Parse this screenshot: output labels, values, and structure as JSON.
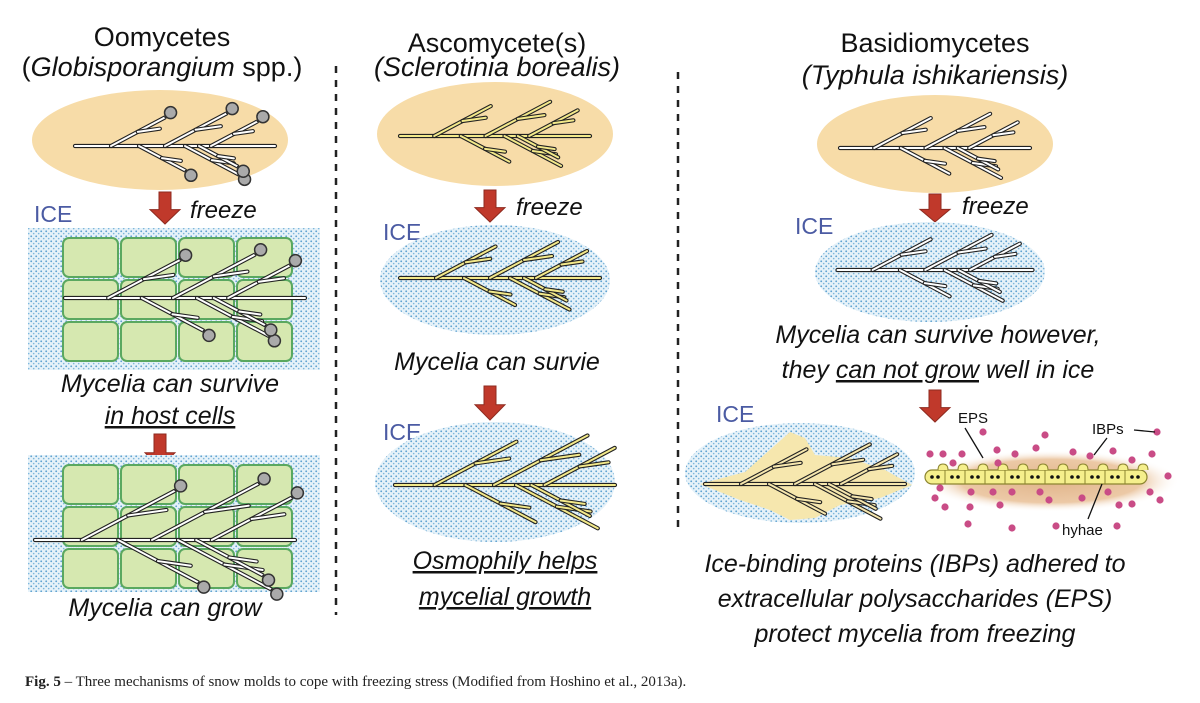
{
  "columns": [
    {
      "title": "Oomycetes",
      "subtitle_open": "(",
      "subtitle_species": "Globisporangium",
      "subtitle_rest": " spp.)",
      "freeze": "freeze",
      "ice1": "ICE",
      "desc1_line1": "Mycelia can survive",
      "desc1_line2": "in host cells",
      "desc2": "Mycelia can grow"
    },
    {
      "title": "Ascomycete(s)",
      "subtitle_species": "(Sclerotinia borealis)",
      "freeze": "freeze",
      "ice1": "ICE",
      "desc1": "Mycelia can survie",
      "ice2": "ICE",
      "desc2_line1": "Osmophily helps",
      "desc2_line2": "mycelial growth"
    },
    {
      "title": "Basidiomycetes",
      "subtitle_species": "(Typhula ishikariensis)",
      "freeze": "freeze",
      "ice1": "ICE",
      "desc1_line1": "Mycelia can survive however,",
      "desc1_line2_a": "they ",
      "desc1_line2_b": "can not grow",
      "desc1_line2_c": " well in ice",
      "ice2": "ICE",
      "label_eps": "EPS",
      "label_ibps": "IBPs",
      "label_hyphae": "hyhae",
      "desc2_line1": "Ice-binding proteins (IBPs) adhered to",
      "desc2_line2": "extracellular polysaccharides (EPS)",
      "desc2_line3": "protect mycelia from freezing"
    }
  ],
  "caption": {
    "label": "Fig. 5",
    "text": " – Three mechanisms of snow molds to cope with freezing stress (Modified from Hoshino et al., 2013a)."
  },
  "colors": {
    "host": "#f7dca8",
    "ice_dots": "#5a9fcf",
    "ice_bg": "#e3f1f8",
    "cell_fill": "#d6e8b0",
    "cell_stroke": "#5aa860",
    "arrow": "#c0392b",
    "ice_label": "#4b5ba3",
    "ibp": "#c94c86",
    "eps": "#e3b98f"
  }
}
